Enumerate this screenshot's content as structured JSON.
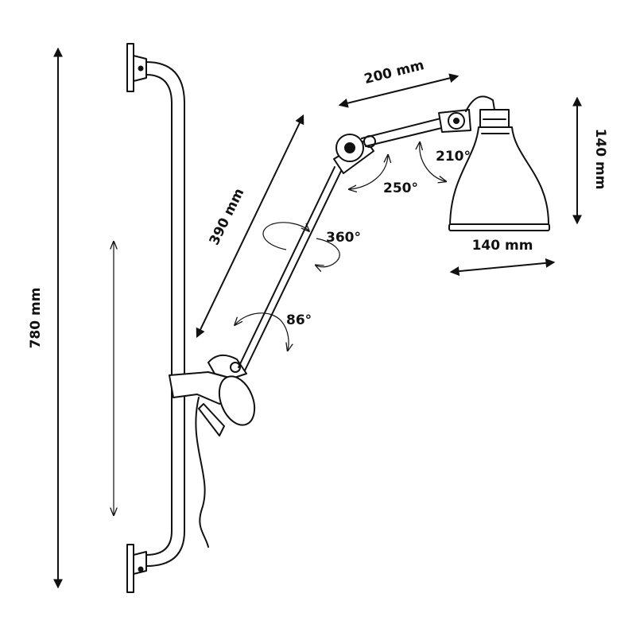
{
  "dimensions": {
    "total_height": "780 mm",
    "arm_length": "390 mm",
    "upper_arm_length": "200 mm",
    "shade_height": "140 mm",
    "shade_width": "140 mm"
  },
  "angles": {
    "base_tilt": "86°",
    "arm_rotation": "360°",
    "elbow": "250°",
    "head": "210°"
  },
  "colors": {
    "line": "#111111",
    "background": "#ffffff"
  }
}
